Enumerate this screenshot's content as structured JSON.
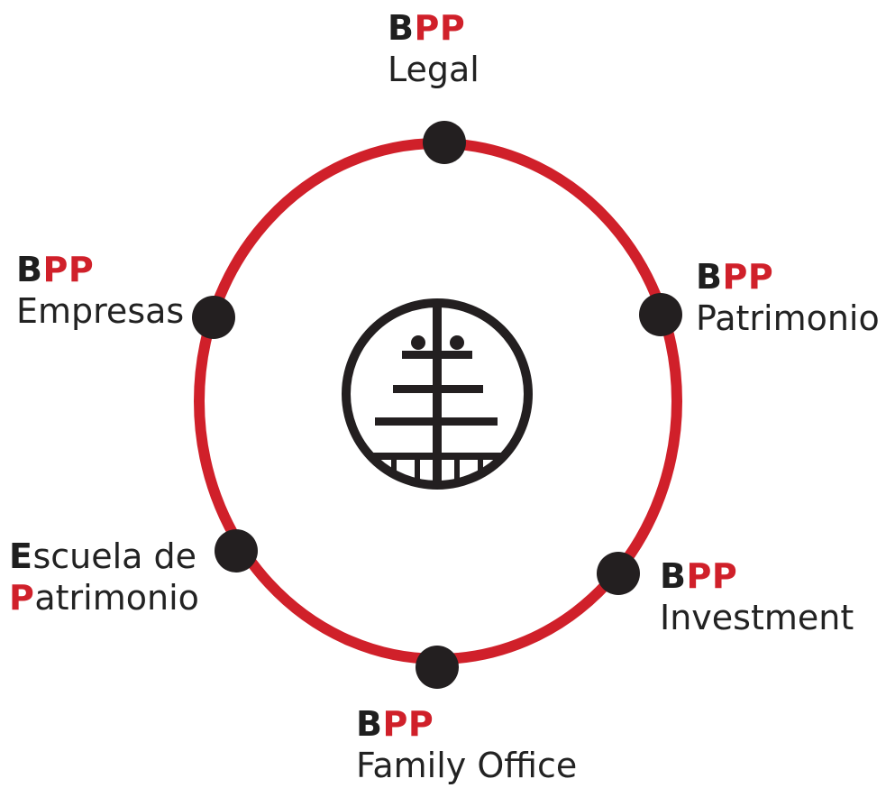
{
  "colors": {
    "ring": "#d0202a",
    "node": "#231f20",
    "accent": "#d0202a",
    "text": "#222222"
  },
  "center_logo": {
    "icon": "family-tree-emblem-icon"
  },
  "nodes": [
    {
      "brand_b": "B",
      "brand_pp": "PP",
      "name": "Legal"
    },
    {
      "brand_b": "B",
      "brand_pp": "PP",
      "name": "Patrimonio"
    },
    {
      "brand_b": "B",
      "brand_pp": "PP",
      "name": "Investment"
    },
    {
      "brand_b": "B",
      "brand_pp": "PP",
      "name": "Family Office"
    },
    {
      "e_initial": "E",
      "e_rest": "scuela de",
      "p_initial": "P",
      "p_rest": "atrimonio"
    },
    {
      "brand_b": "B",
      "brand_pp": "PP",
      "name": "Empresas"
    }
  ]
}
